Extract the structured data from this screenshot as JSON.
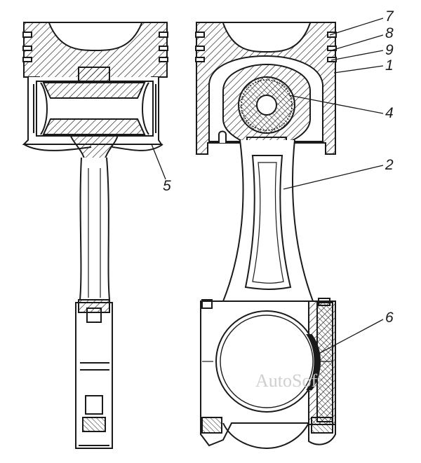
{
  "diagram": {
    "callouts": [
      {
        "id": "callout-7",
        "label": "7"
      },
      {
        "id": "callout-8",
        "label": "8"
      },
      {
        "id": "callout-9",
        "label": "9"
      },
      {
        "id": "callout-1",
        "label": "1"
      },
      {
        "id": "callout-4",
        "label": "4"
      },
      {
        "id": "callout-2",
        "label": "2"
      },
      {
        "id": "callout-5",
        "label": "5"
      },
      {
        "id": "callout-6",
        "label": "6"
      }
    ],
    "watermark": "AutoSoft"
  },
  "colors": {
    "ink": "#1a1a1a",
    "paper": "#ffffff",
    "watermark": "#cfcfcf"
  }
}
